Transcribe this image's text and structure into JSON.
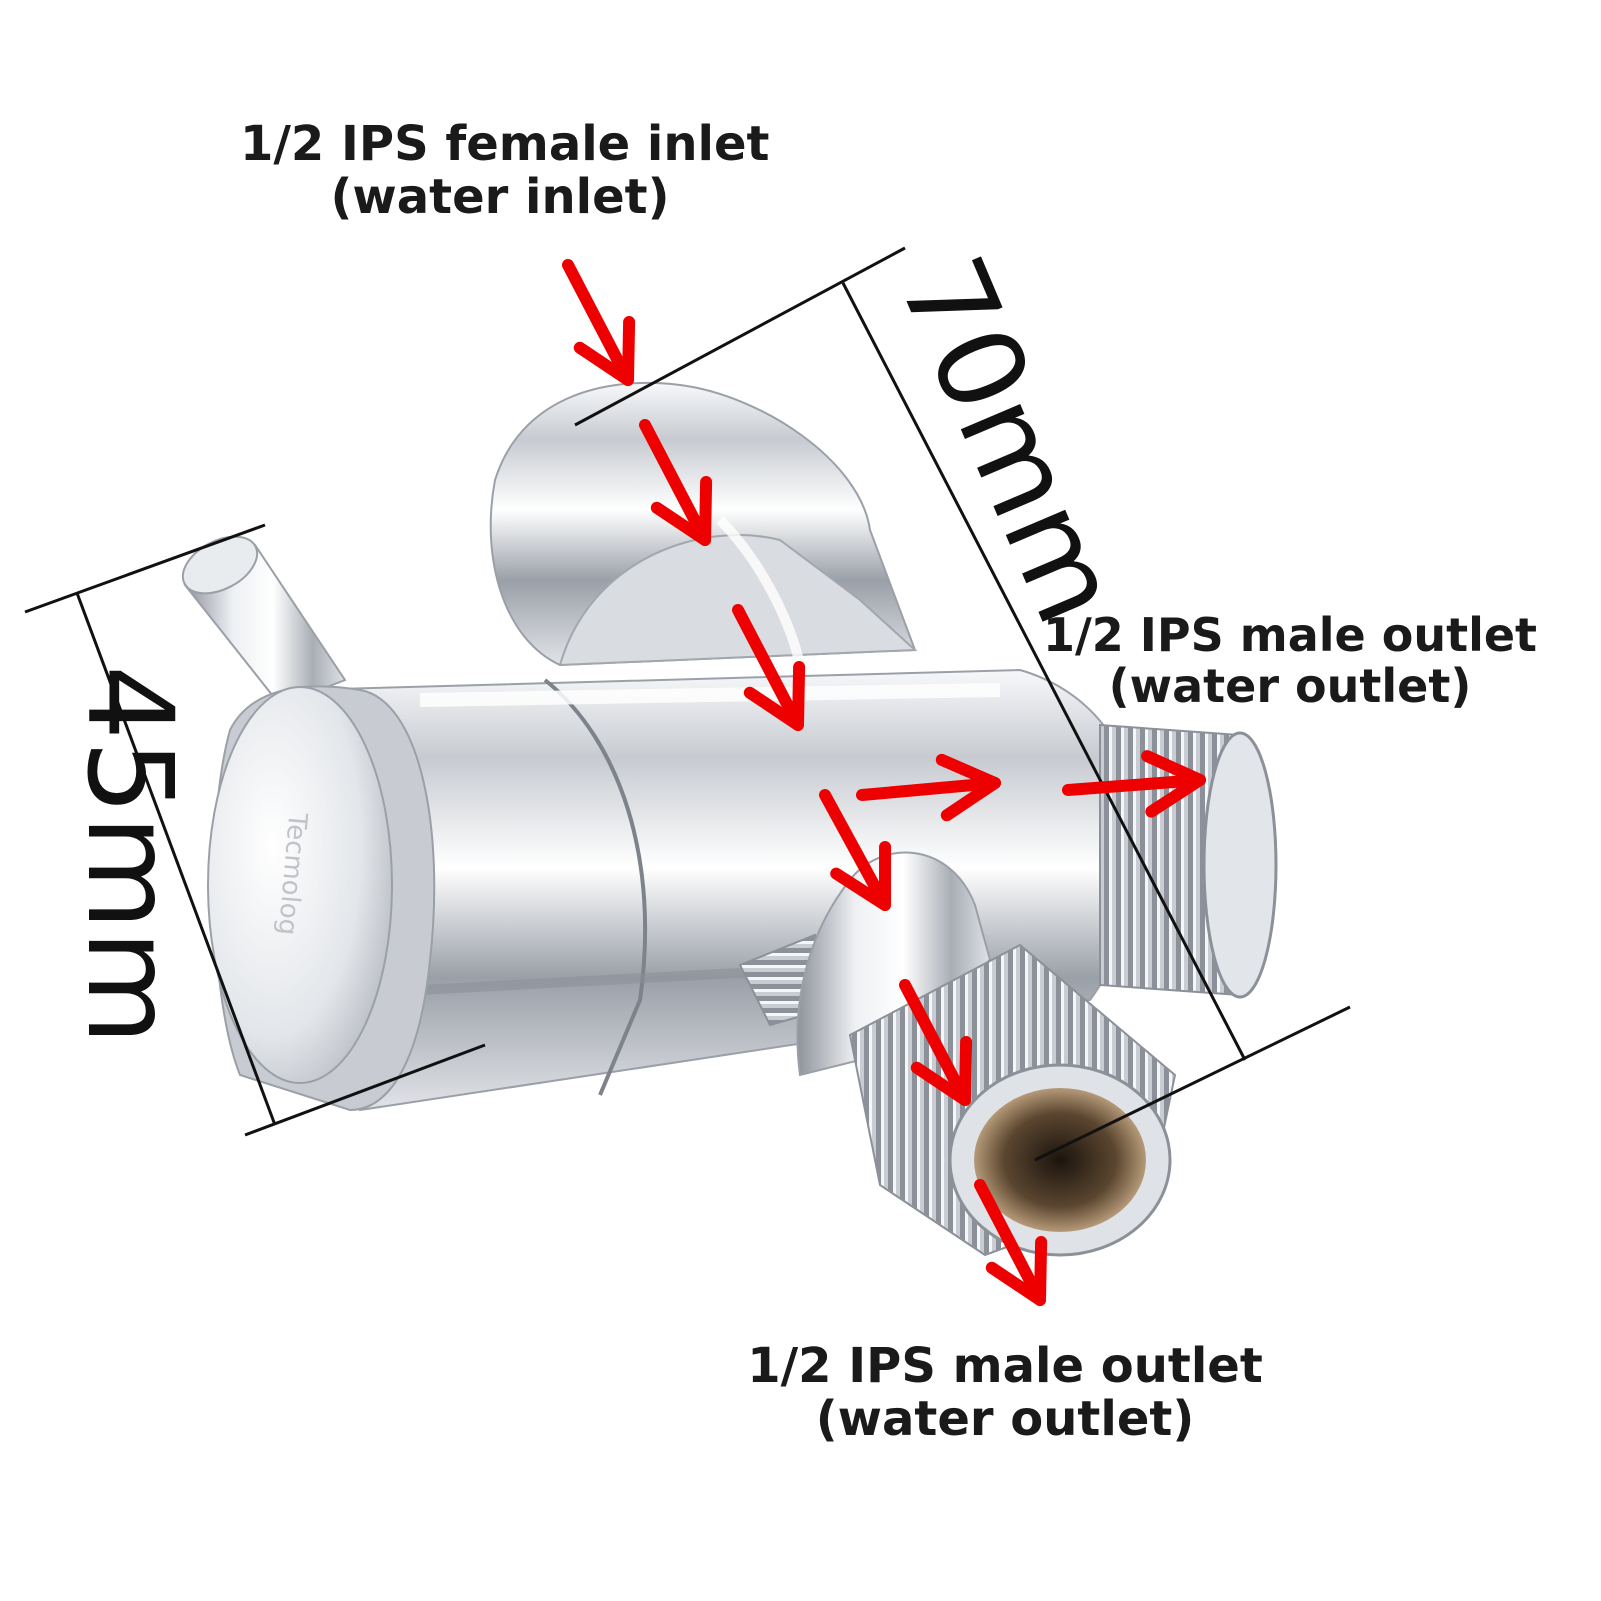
{
  "labels": {
    "inlet": {
      "line1": "1/2 IPS female inlet",
      "line2": "(water inlet)"
    },
    "outlet_right": {
      "line1": "1/2 IPS male outlet",
      "line2": "(water outlet)"
    },
    "outlet_bottom": {
      "line1": "1/2 IPS male outlet",
      "line2": "(water outlet)"
    }
  },
  "dimensions": {
    "length": "70mm",
    "height": "45mm"
  },
  "brand": "Tecmolog",
  "colors": {
    "arrow": "#ee0000",
    "text": "#1a1a1a",
    "dimension_line": "#111111",
    "chrome_light": "#f4f5f7",
    "chrome_dark": "#6f737a"
  }
}
